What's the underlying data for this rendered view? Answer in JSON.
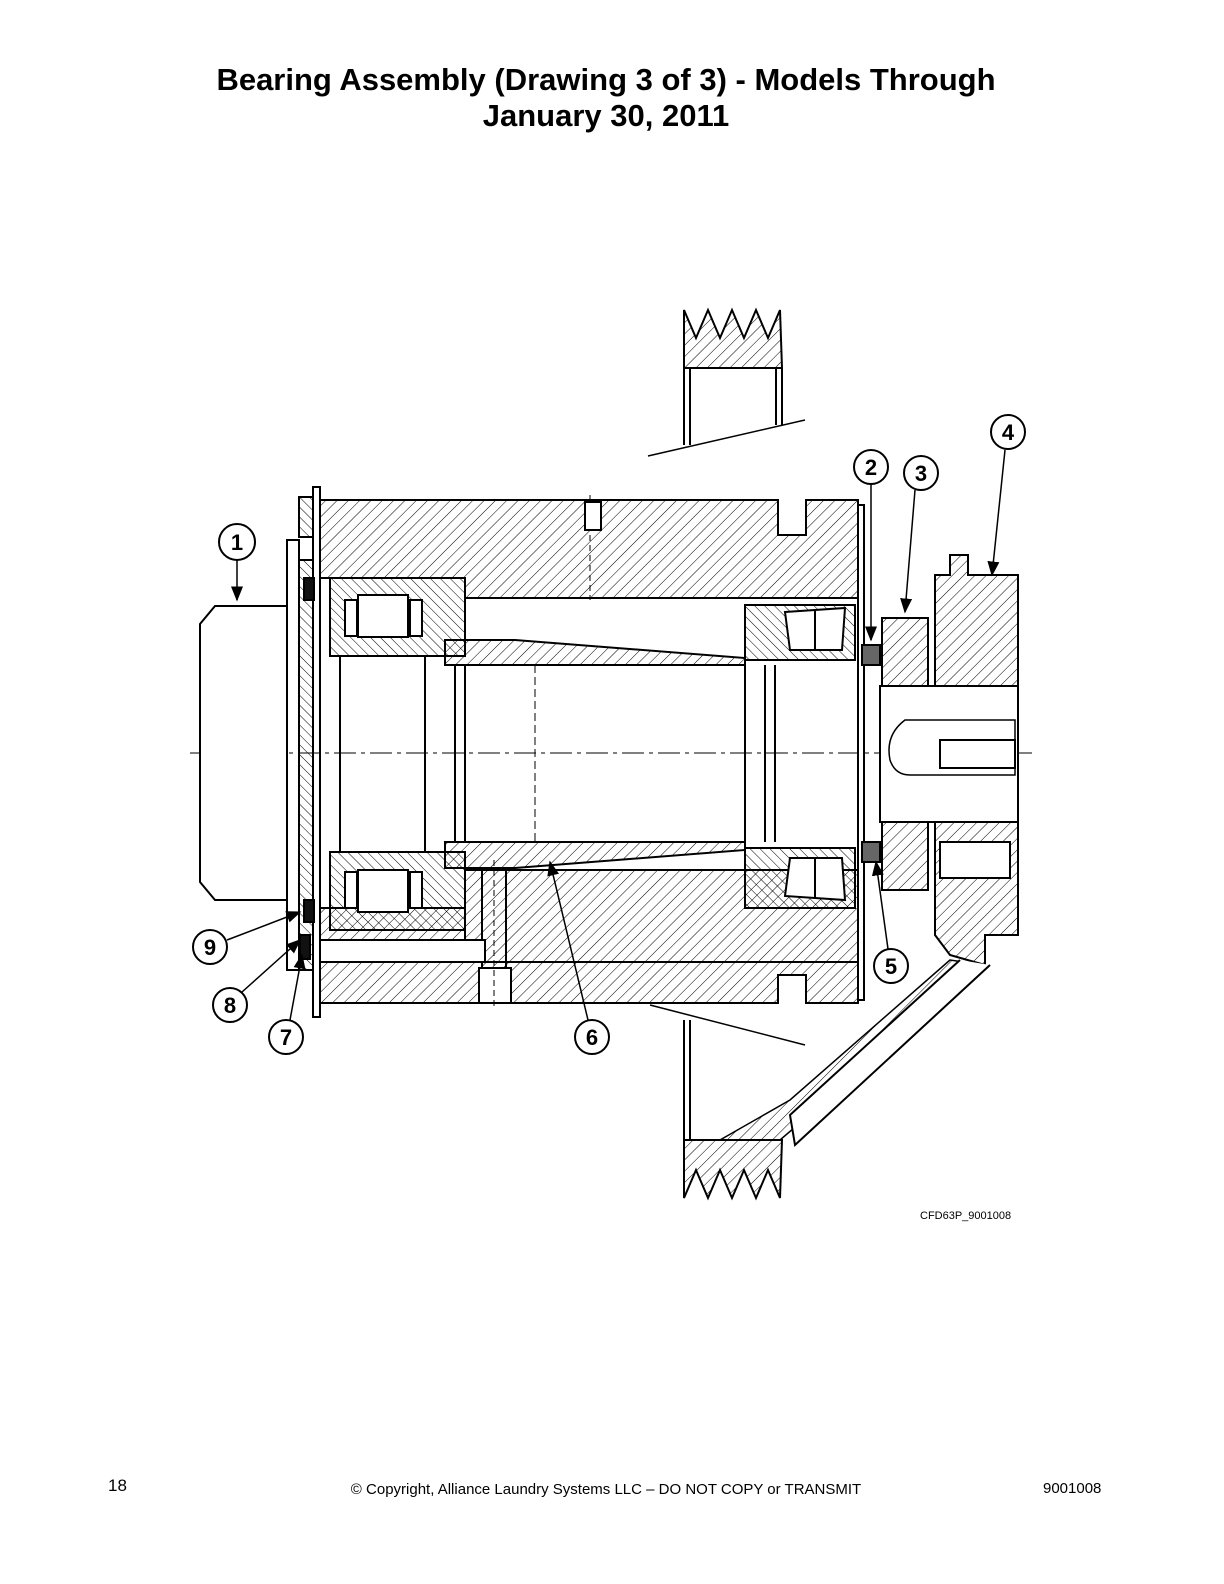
{
  "title": {
    "line1": "Bearing Assembly (Drawing 3 of 3) - Models Through",
    "line2": "January 30, 2011"
  },
  "figure": {
    "code": "CFD63P_9001008",
    "callouts": [
      "1",
      "2",
      "3",
      "4",
      "5",
      "6",
      "7",
      "8",
      "9"
    ]
  },
  "footer": {
    "page_number": "18",
    "copyright": "© Copyright, Alliance Laundry Systems LLC – DO NOT COPY or TRANSMIT",
    "doc_number": "9001008"
  }
}
